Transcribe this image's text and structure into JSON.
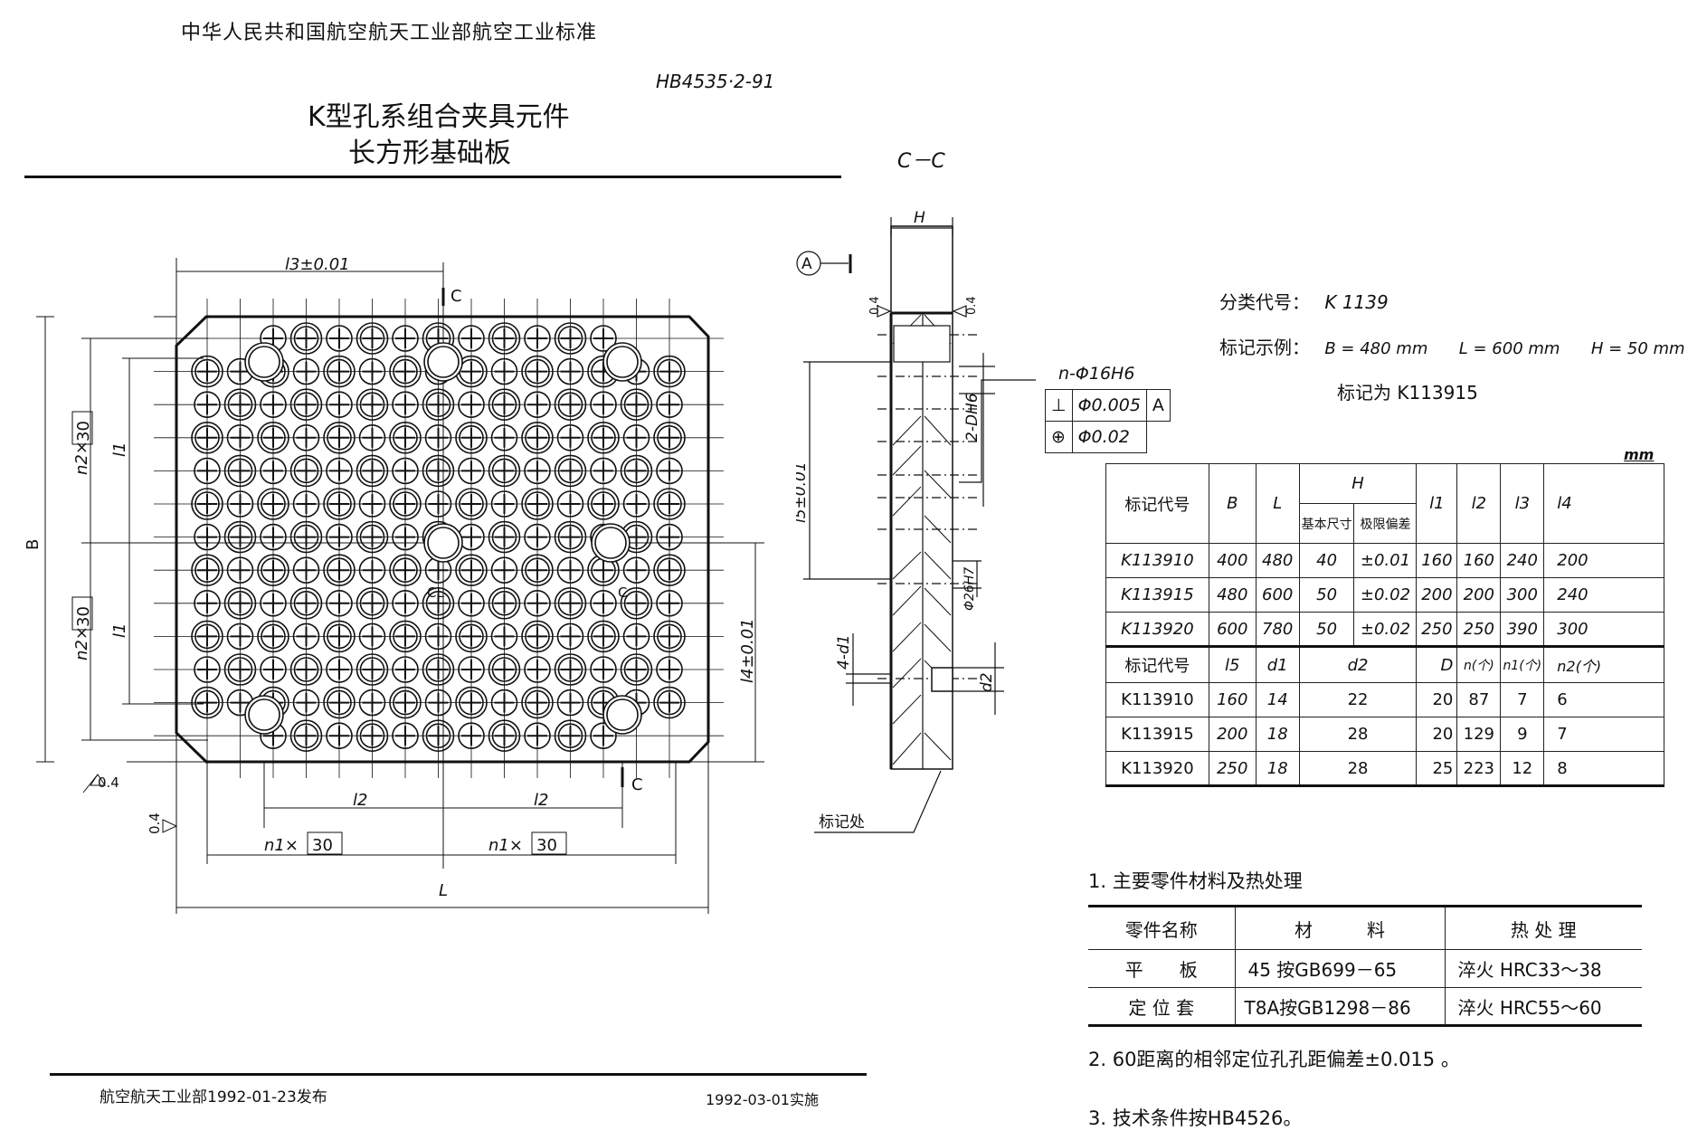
{
  "header": {
    "organization": "中华人民共和国航空航天工业部航空工业标准",
    "standard_number": "HB4535·2-91",
    "title_line1": "K型孔系组合夹具元件",
    "title_line2": "长方形基础板"
  },
  "footer": {
    "issued": "航空航天工业部1992-01-23发布",
    "effective": "1992-03-01实施"
  },
  "plan_view": {
    "dim_l3": "l3±0.01",
    "dim_l4": "l4±0.01",
    "dim_B": "B",
    "dim_L": "L",
    "dim_l1_top": "l1",
    "dim_l1_bottom": "l1",
    "dim_l2_left": "l2",
    "dim_l2_right": "l2",
    "n2_pitch_top": "n2×",
    "n2_pitch_bottom": "n2×",
    "n1_pitch_left": "n1×",
    "n1_pitch_right": "n1×",
    "pitch_box": "30",
    "section_mark_top": "C",
    "section_mark_bottom": "C",
    "centerline_mark": "CL",
    "centerline_mark2": "C",
    "roughness_bottom": "0.4",
    "roughness_left": "0.4"
  },
  "section_view": {
    "label": "C－C",
    "dim_H": "H",
    "datum": "A",
    "roughness_left": "0.4",
    "roughness_right": "0.4",
    "dim_l5": "l5±0.01",
    "dim_2DH6": "2-DH6",
    "dim_phi26": "Φ26H7",
    "dim_4d1": "4-d1",
    "dim_d2": "d2",
    "marking_location": "标记处",
    "hole_callout": "n-Φ16H6",
    "tolerance_frame": [
      {
        "symbol": "⊥",
        "value": "Φ0.005",
        "datum": "A"
      },
      {
        "symbol": "⊕",
        "value": "Φ0.02",
        "datum": ""
      }
    ]
  },
  "info": {
    "class_label": "分类代号：",
    "class_value": "K 1139",
    "example_label": "标记示例：",
    "example_B": "B = 480 mm",
    "example_L": "L = 600 mm",
    "example_H": "H = 50 mm",
    "example_mark": "标记为 K113915"
  },
  "table1": {
    "unit": "mm",
    "headers": {
      "code": "标记代号",
      "B": "B",
      "L": "L",
      "H": "H",
      "H_basic": "基本尺寸",
      "H_tol": "极限偏差",
      "l1": "l1",
      "l2": "l2",
      "l3": "l3",
      "l4": "l4"
    },
    "rows": [
      {
        "code": "K113910",
        "B": "400",
        "L": "480",
        "H_basic": "40",
        "H_tol": "±0.01",
        "l1": "160",
        "l2": "160",
        "l3": "240",
        "l4": "200"
      },
      {
        "code": "K113915",
        "B": "480",
        "L": "600",
        "H_basic": "50",
        "H_tol": "±0.02",
        "l1": "200",
        "l2": "200",
        "l3": "300",
        "l4": "240"
      },
      {
        "code": "K113920",
        "B": "600",
        "L": "780",
        "H_basic": "50",
        "H_tol": "±0.02",
        "l1": "250",
        "l2": "250",
        "l3": "390",
        "l4": "300"
      }
    ]
  },
  "table2": {
    "headers": {
      "code": "标记代号",
      "l5": "l5",
      "d1": "d1",
      "d2": "d2",
      "D": "D",
      "n": "n(个)",
      "n1": "n1(个)",
      "n2": "n2(个)"
    },
    "rows": [
      {
        "code": "K113910",
        "l5": "160",
        "d1": "14",
        "d2": "22",
        "D": "20",
        "n": "87",
        "n1": "7",
        "n2": "6"
      },
      {
        "code": "K113915",
        "l5": "200",
        "d1": "18",
        "d2": "28",
        "D": "20",
        "n": "129",
        "n1": "9",
        "n2": "7"
      },
      {
        "code": "K113920",
        "l5": "250",
        "d1": "18",
        "d2": "28",
        "D": "25",
        "n": "223",
        "n1": "12",
        "n2": "8"
      }
    ]
  },
  "notes": {
    "note1": "1. 主要零件材料及热处理",
    "materials": {
      "headers": [
        "零件名称",
        "材　　　料",
        "热 处 理"
      ],
      "rows": [
        [
          "平　　板",
          "45 按GB699－65",
          "淬火 HRC33～38"
        ],
        [
          "定 位 套",
          "T8A按GB1298－86",
          "淬火 HRC55～60"
        ]
      ]
    },
    "note2": "2. 60距离的相邻定位孔孔距偏差±0.015 。",
    "note3": "3. 技术条件按HB4526。"
  }
}
